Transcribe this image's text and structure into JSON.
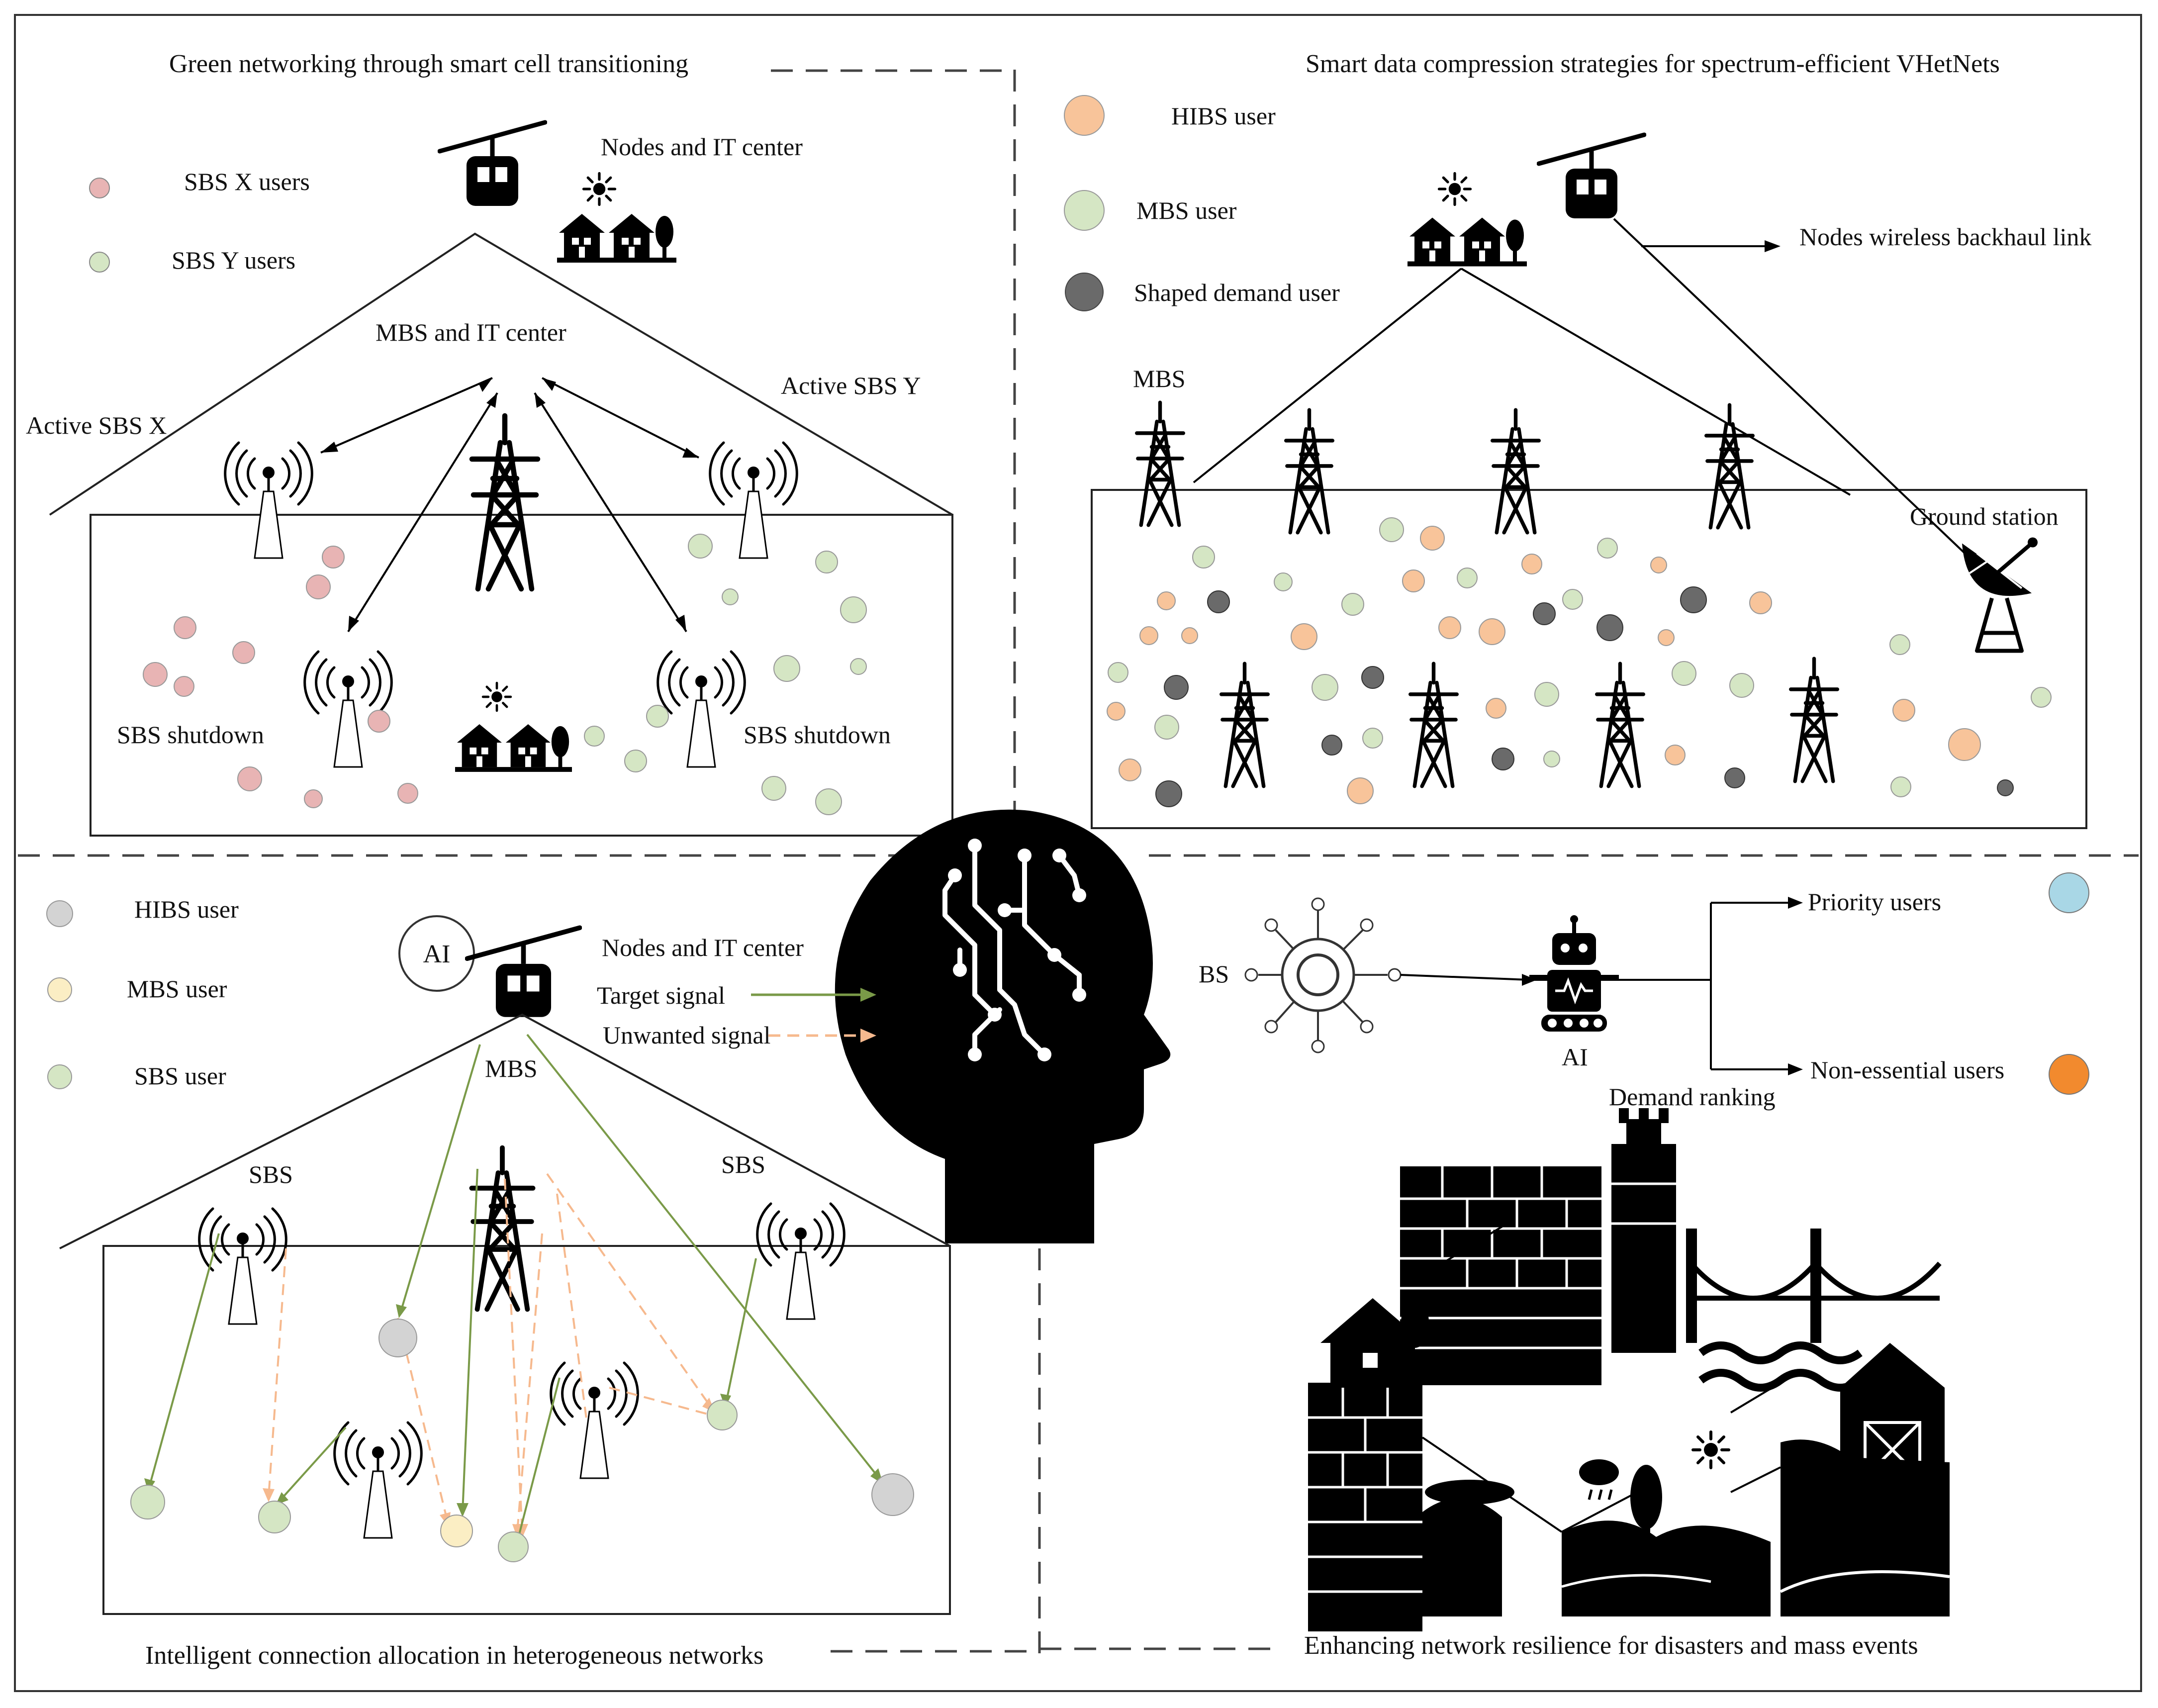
{
  "quadrant_titles": {
    "top_left": "Green networking through smart cell transitioning",
    "top_right": "Smart data compression strategies for spectrum-efficient VHetNets",
    "bottom_left": "Intelligent connection allocation in heterogeneous networks",
    "bottom_right": "Enhancing network resilience for disasters and mass events"
  },
  "top_left": {
    "legend": [
      "SBS X users",
      "SBS Y users"
    ],
    "nodes_label": "Nodes and IT center",
    "mbs_label": "MBS and IT center",
    "active_x": "Active SBS X",
    "active_y": "Active SBS Y",
    "shutdown_left": "SBS shutdown",
    "shutdown_right": "SBS shutdown"
  },
  "top_right": {
    "legend": [
      "HIBS user",
      "MBS user",
      "Shaped demand user"
    ],
    "backhaul_label": "Nodes wireless backhaul link",
    "mbs_label": "MBS",
    "ground_station": "Ground station"
  },
  "bottom_left": {
    "legend": [
      "HIBS user",
      "MBS user",
      "SBS user"
    ],
    "ai_label": "AI",
    "nodes_label": "Nodes and IT center",
    "target_signal": "Target signal",
    "unwanted_signal": "Unwanted signal",
    "mbs_label": "MBS",
    "sbs_left": "SBS",
    "sbs_right": "SBS"
  },
  "bottom_right": {
    "bs_label": "BS",
    "ai_label": "AI",
    "priority": "Priority users",
    "non_essential": "Non-essential users",
    "demand_ranking": "Demand ranking"
  },
  "colors": {
    "pink_user": "#e8b4b4",
    "green_user": "#d5e6c4",
    "orange_user": "#f8c49a",
    "dark_user": "#6a6a6a",
    "gray_user": "#d3d3d3",
    "yellow_user": "#fbeec4",
    "priority": "#a9d7e6",
    "non_essential": "#f28a2e",
    "target_arrow": "#7a9a48",
    "unwanted_arrow": "#f6b98e"
  },
  "icons": [
    "tower-icon",
    "sbs-antenna-icon",
    "cable-car-icon",
    "houses-icon",
    "sun-icon",
    "satellite-dish-icon",
    "head-brain-icon",
    "robot-icon",
    "base-station-icon",
    "city-skyline-icon"
  ]
}
